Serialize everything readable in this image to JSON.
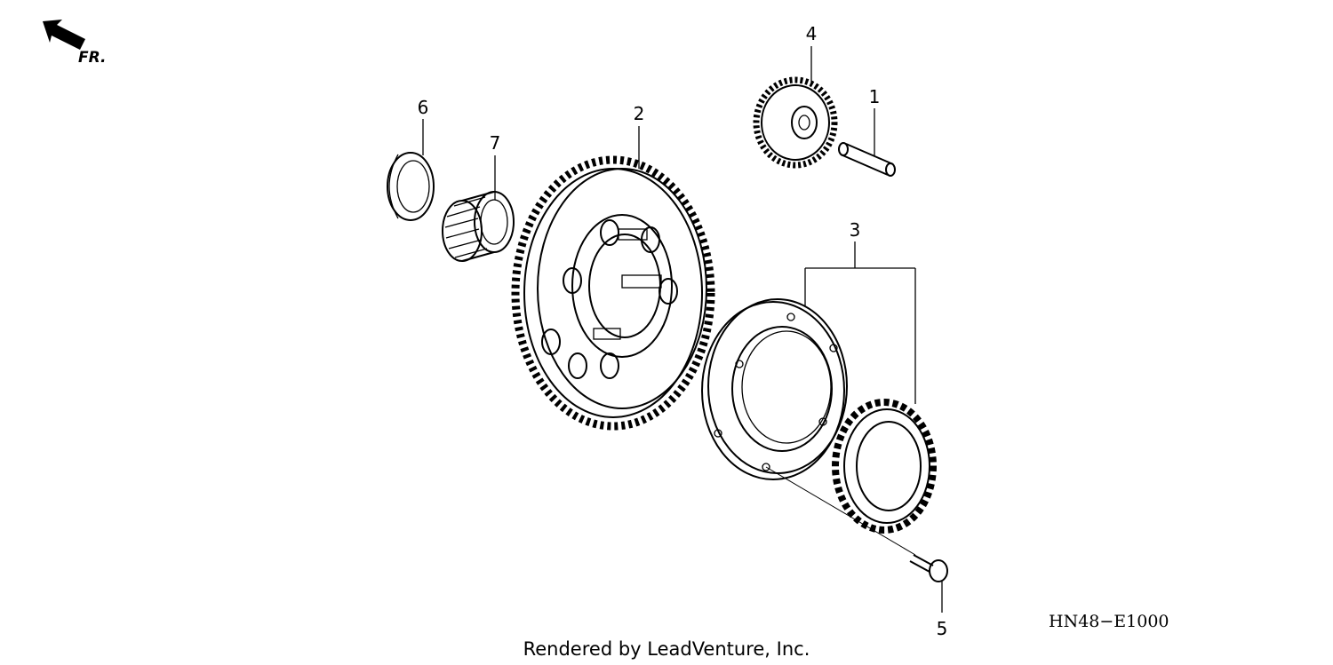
{
  "orientation": {
    "label": "FR.",
    "icon": "front-arrow-icon"
  },
  "callouts": [
    {
      "number": "1",
      "part": "pin"
    },
    {
      "number": "2",
      "part": "large-gear"
    },
    {
      "number": "3",
      "part": "one-way-clutch-assembly"
    },
    {
      "number": "4",
      "part": "small-gear"
    },
    {
      "number": "5",
      "part": "bolt"
    },
    {
      "number": "6",
      "part": "washer"
    },
    {
      "number": "7",
      "part": "needle-bearing"
    }
  ],
  "diagram_code": "HN48−E1000",
  "credit": "Rendered by LeadVenture, Inc."
}
